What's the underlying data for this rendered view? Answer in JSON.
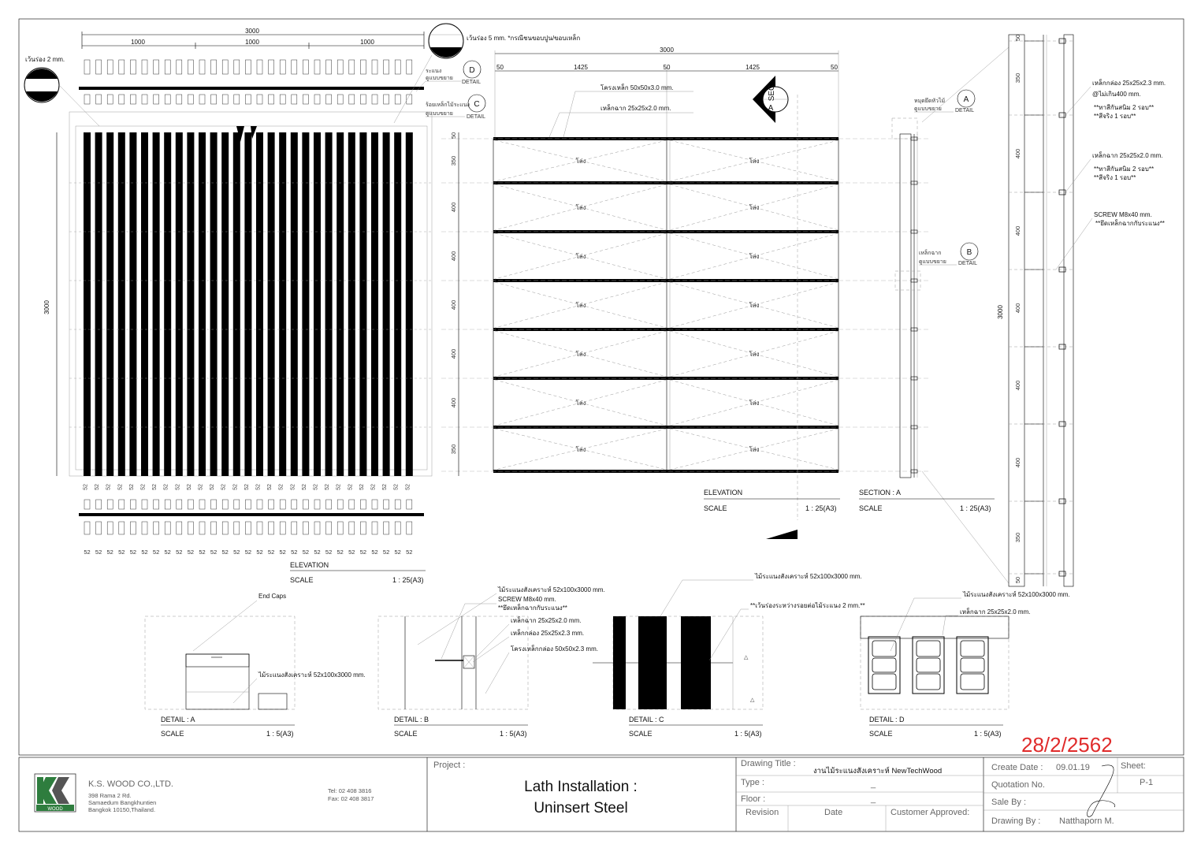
{
  "elevation_left": {
    "dim_total": "3000",
    "dim_parts": [
      "1000",
      "1000",
      "1000"
    ],
    "dim_height": "3000",
    "note_gap_2": "เว้นร่อง 2 mm.",
    "note_gap_5": "เว้นร่อง 5 mm. *กรณีชนขอบปูน/ขอบเหล็ก",
    "callout_d_note1": "ระแนง",
    "callout_d_note2": "ดูแบบขยาย",
    "callout_c_note1": "ร้อยเหล็กไม้ระแนง",
    "callout_c_note2": "ดูแบบขยาย",
    "lath_width": "52",
    "title": "ELEVATION",
    "scale_label": "SCALE",
    "scale": "1 : 25(A3)"
  },
  "elevation_mid": {
    "dim_total": "3000",
    "dim_50": "50",
    "dim_1425": "1425",
    "dims_vertical": [
      "50",
      "350",
      "400",
      "400",
      "400",
      "400",
      "400",
      "350"
    ],
    "note_frame": "โครงเหล็ก 50x50x3.0 mm.",
    "note_channel": "เหล็กฉาก 25x25x2.0 mm.",
    "void_label": "โล่ง",
    "sec_label": "SEC",
    "sec_letter": "A",
    "title": "ELEVATION",
    "scale_label": "SCALE",
    "scale": "1 : 25(A3)"
  },
  "section_a": {
    "title": "SECTION : A",
    "scale_label": "SCALE",
    "scale": "1 : 25(A3)",
    "callout_a_note1": "หมุดยึดหัวไม้",
    "callout_a_note2": "ดูแบบขยาย",
    "callout_b_note1": "เหล็กฉาก",
    "callout_b_note2": "ดูแบบขยาย"
  },
  "section_right": {
    "dims": [
      "50",
      "350",
      "400",
      "400",
      "400",
      "400",
      "400",
      "350",
      "50"
    ],
    "dim_height": "3000",
    "note1_a": "เหล็กกล่อง 25x25x2.3 mm.",
    "note1_b": "@ไม่เกิน400 mm.",
    "note1_c": "**ทาสีกันสนิม 2 รอบ**",
    "note1_d": "**สีจริง 1 รอบ**",
    "note2_a": "เหล็กฉาก 25x25x2.0 mm.",
    "note2_b": "**ทาสีกันสนิม 2 รอบ**",
    "note2_c": "**สีจริง 1 รอบ**",
    "note3_a": "SCREW M8x40 mm.",
    "note3_b": "**ยึดเหล็กฉากกับระแนง**"
  },
  "callouts": {
    "detail": "DETAIL",
    "a": "A",
    "b": "B",
    "c": "C",
    "d": "D"
  },
  "details": {
    "a": {
      "title": "DETAIL : A",
      "scale_label": "SCALE",
      "scale": "1 : 5(A3)",
      "note_caps": "End Caps",
      "note_lath": "ไม้ระแนงสังเคราะห์ 52x100x3000 mm."
    },
    "b": {
      "title": "DETAIL : B",
      "scale_label": "SCALE",
      "scale": "1 : 5(A3)",
      "note1": "ไม้ระแนงสังเคราะห์ 52x100x3000 mm.",
      "note2": "SCREW M8x40 mm.",
      "note3": "**ยึดเหล็กฉากกับระแนง**",
      "note4": "เหล็กฉาก 25x25x2.0 mm.",
      "note5": "เหล็กกล่อง 25x25x2.3 mm.",
      "note6": "โครงเหล็กกล่อง 50x50x2.3 mm."
    },
    "c": {
      "title": "DETAIL : C",
      "scale_label": "SCALE",
      "scale": "1 : 5(A3)",
      "note1": "ไม้ระแนงสังเคราะห์ 52x100x3000 mm.",
      "note2": "**เว้นร่องระหว่างรอยต่อไม้ระแนง 2 mm.**"
    },
    "d": {
      "title": "DETAIL : D",
      "scale_label": "SCALE",
      "scale": "1 : 5(A3)",
      "note1": "ไม้ระแนงสังเคราะห์ 52x100x3000 mm.",
      "note2": "เหล็กฉาก 25x25x2.0 mm."
    }
  },
  "stamp_date": "28/2/2562",
  "title_block": {
    "logo_text": "KS",
    "logo_sub": "WOOD",
    "company": "K.S. WOOD CO.,LTD.",
    "address1": "398 Rama 2 Rd.",
    "address2": "Samaedum Bangkhuntien",
    "address3": "Bangkok 10150,Thailand.",
    "tel": "Tel: 02 408 3816",
    "fax": "Fax: 02 408 3817",
    "project_label": "Project :",
    "project_line1": "Lath Installation :",
    "project_line2": "Uninsert Steel",
    "drawing_title_label": "Drawing Title :",
    "drawing_title": "งานไม้ระแนงสังเคราะห์  NewTechWood",
    "type_label": "Type :",
    "type_value": "_",
    "floor_label": "Floor :",
    "floor_value": "_",
    "revision_label": "Revision",
    "date_label": "Date",
    "customer_label": "Customer Approved:",
    "create_date_label": "Create Date :",
    "create_date": "09.01.19",
    "sheet_label": "Sheet:",
    "sheet_value": "P-1",
    "quotation_label": "Quotation No.",
    "sale_label": "Sale By :",
    "drawing_by_label": "Drawing By :",
    "drawing_by": "Natthaporn M."
  }
}
